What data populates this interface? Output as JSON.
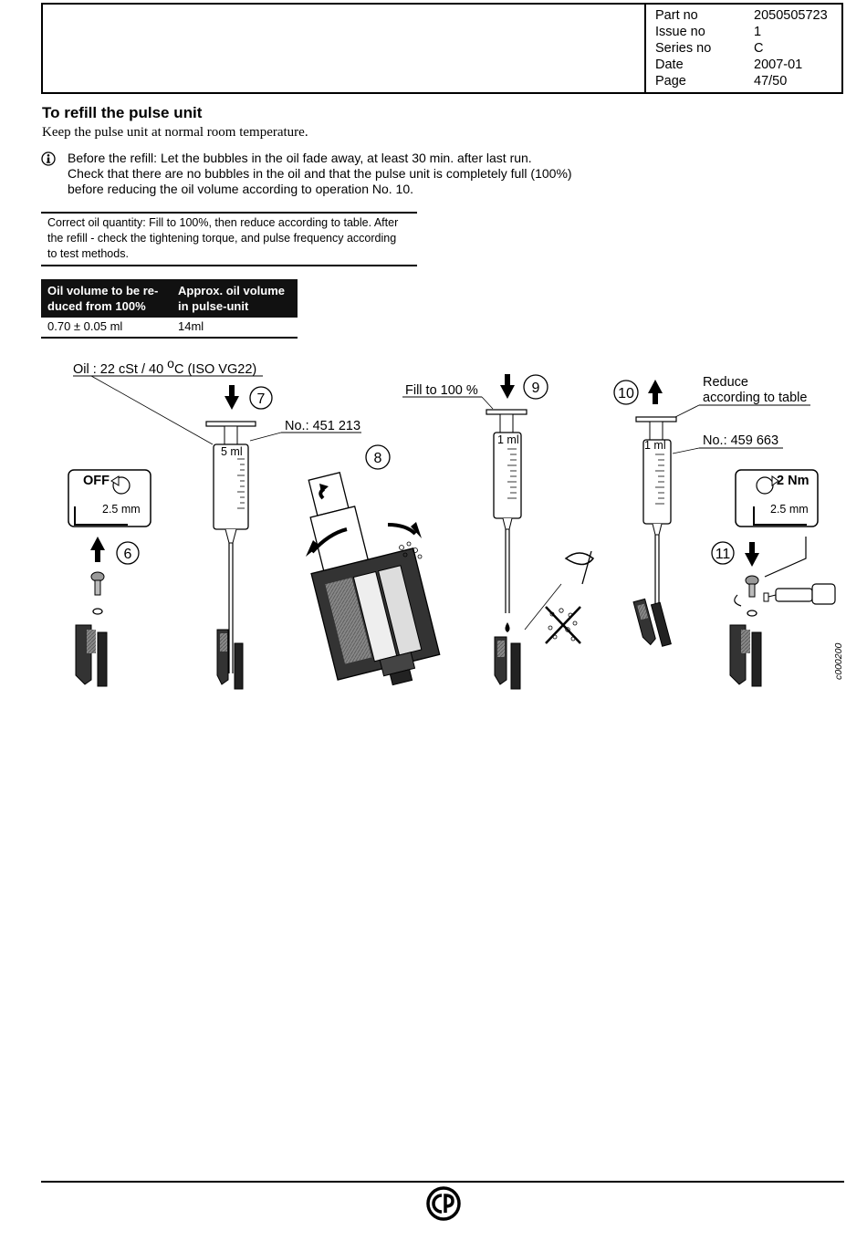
{
  "header": {
    "rows": [
      {
        "label": "Part no",
        "value": "2050505723"
      },
      {
        "label": "Issue no",
        "value": "1"
      },
      {
        "label": "Series no",
        "value": "C"
      },
      {
        "label": "Date",
        "value": "2007-01"
      },
      {
        "label": "Page",
        "value": "47/50"
      }
    ]
  },
  "section": {
    "title": "To refill the pulse unit",
    "subtitle": "Keep the pulse unit at normal room temperature."
  },
  "info_note": {
    "icon": "info-icon",
    "lines": [
      "Before the refill: Let the bubbles in the oil fade away, at least 30 min. after last run.",
      "Check that there are no bubbles in the oil and that the pulse unit is completely full (100%)",
      "before reducing the oil volume according to operation No. 10."
    ]
  },
  "quantity_note": {
    "lines": [
      "Correct oil quantity: Fill to 100%, then reduce according to table. After",
      "the refill - check the tightening torque, and pulse frequency according",
      "to test methods."
    ]
  },
  "oil_table": {
    "headers": [
      [
        "Oil volume to be re-",
        "duced from 100%"
      ],
      [
        "Approx. oil volume",
        "in pulse-unit"
      ]
    ],
    "rows": [
      [
        "0.70 ± 0.05 ml",
        "14ml"
      ]
    ]
  },
  "illustration": {
    "oil_spec_prefix": "Oil : 22 cSt / 40 ",
    "oil_spec_degree": "o",
    "oil_spec_suffix": "C (ISO VG22)",
    "step_7": "7",
    "step_6": "6",
    "step_8": "8",
    "step_9": "9",
    "step_10": "10",
    "step_11": "11",
    "syringe_7_volume": "5 ml",
    "syringe_9_volume": "1 ml",
    "syringe_10_volume": "1 ml",
    "part_no_7": "No.: 451 213",
    "part_no_10": "No.: 459 663",
    "fill_label": "Fill to 100 %",
    "reduce_label_1": "Reduce",
    "reduce_label_2": "according to table",
    "off_label": "OFF",
    "hex_size_left": "2.5 mm",
    "torque_label": "2 Nm",
    "hex_size_right": "2.5 mm",
    "figure_code": "c000200"
  },
  "footer": {
    "logo": "cp-logo"
  }
}
